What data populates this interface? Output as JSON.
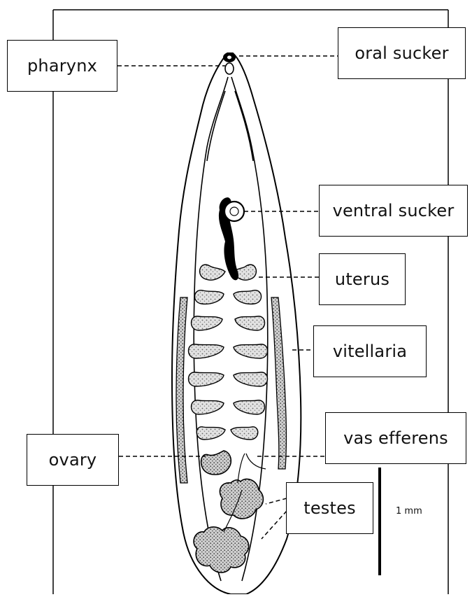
{
  "diagram": {
    "labels": {
      "pharynx": "pharynx",
      "oral_sucker": "oral sucker",
      "ventral_sucker": "ventral sucker",
      "uterus": "uterus",
      "vitellaria": "vitellaria",
      "vas_efferens": "vas efferens",
      "ovary": "ovary",
      "testes": "testes"
    },
    "scale_bar": {
      "label": "1 mm"
    },
    "colors": {
      "ink": "#000000",
      "stipple": "#8a8a8a",
      "background": "#ffffff"
    }
  }
}
